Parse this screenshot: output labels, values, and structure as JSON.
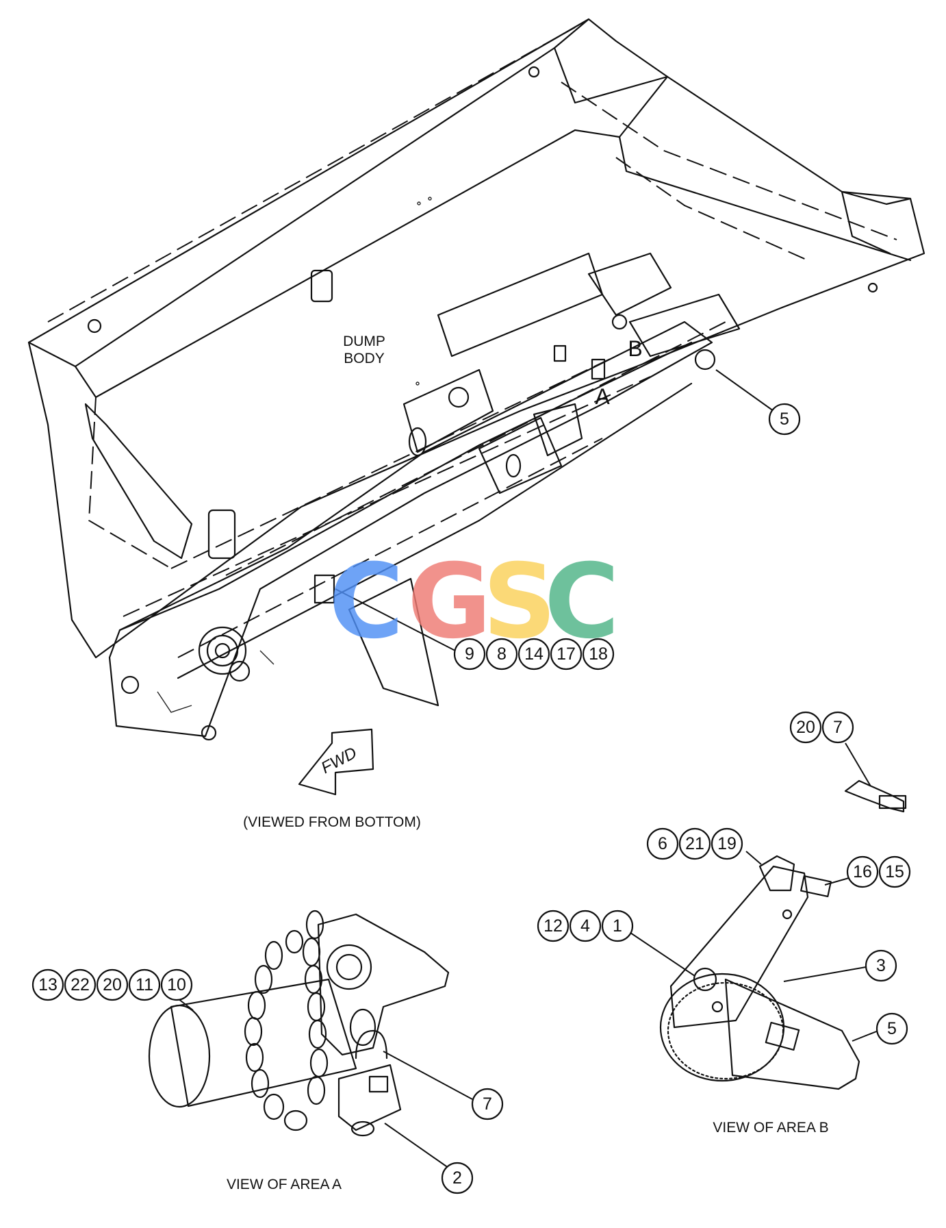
{
  "labels": {
    "dump_body_line1": "DUMP",
    "dump_body_line2": "BODY",
    "area_a_marker": "A",
    "area_b_marker": "B",
    "fwd": "FWD",
    "viewed_from_bottom": "(VIEWED FROM BOTTOM)",
    "view_area_a": "VIEW OF AREA A",
    "view_area_b": "VIEW OF AREA B"
  },
  "watermark": {
    "letters": [
      "C",
      "G",
      "S",
      "C"
    ],
    "colors": [
      "#4f8ff5",
      "#ef7b73",
      "#fbd15a",
      "#4fb487"
    ]
  },
  "callouts": {
    "main_right": [
      "5"
    ],
    "main_group": [
      "9",
      "8",
      "14",
      "17",
      "18"
    ],
    "pin_group": [
      "20",
      "7"
    ],
    "area_b_top": [
      "6",
      "21",
      "19"
    ],
    "area_b_right_top": [
      "16",
      "15"
    ],
    "area_b_left": [
      "12",
      "4",
      "1"
    ],
    "area_b_3": [
      "3"
    ],
    "area_b_5": [
      "5"
    ],
    "area_a_group": [
      "13",
      "22",
      "20",
      "11",
      "10"
    ],
    "area_a_7": [
      "7"
    ],
    "area_a_2": [
      "2"
    ]
  }
}
